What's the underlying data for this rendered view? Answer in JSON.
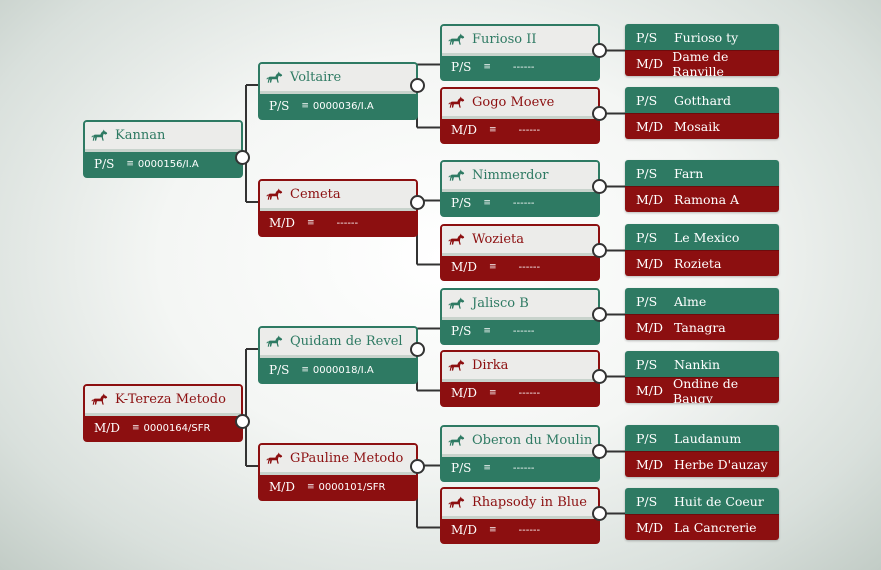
{
  "labels": {
    "sire": "P/S",
    "dam": "M/D",
    "dashes": "------",
    "list_glyph": "≡"
  },
  "gen1": [
    {
      "name": "Kannan",
      "sex": "s",
      "code": "0000156/I.A"
    },
    {
      "name": "K-Tereza Metodo",
      "sex": "d",
      "code": "0000164/SFR"
    }
  ],
  "gen2": [
    {
      "name": "Voltaire",
      "sex": "s",
      "code": "0000036/I.A"
    },
    {
      "name": "Cemeta",
      "sex": "d",
      "code": ""
    },
    {
      "name": "Quidam de Revel",
      "sex": "s",
      "code": "0000018/I.A"
    },
    {
      "name": "GPauline Metodo",
      "sex": "d",
      "code": "0000101/SFR"
    }
  ],
  "gen3": [
    {
      "name": "Furioso II",
      "sex": "s"
    },
    {
      "name": "Gogo Moeve",
      "sex": "d"
    },
    {
      "name": "Nimmerdor",
      "sex": "s"
    },
    {
      "name": "Wozieta",
      "sex": "d"
    },
    {
      "name": "Jalisco B",
      "sex": "s"
    },
    {
      "name": "Dirka",
      "sex": "d"
    },
    {
      "name": "Oberon du Moulin",
      "sex": "s"
    },
    {
      "name": "Rhapsody in Blue",
      "sex": "d"
    }
  ],
  "gen4": [
    {
      "sire": "Furioso ty",
      "dam": "Dame de Ranville"
    },
    {
      "sire": "Gotthard",
      "dam": "Mosaik"
    },
    {
      "sire": "Farn",
      "dam": "Ramona A"
    },
    {
      "sire": "Le Mexico",
      "dam": "Rozieta"
    },
    {
      "sire": "Alme",
      "dam": "Tanagra"
    },
    {
      "sire": "Nankin",
      "dam": "Ondine de Baugy"
    },
    {
      "sire": "Laudanum",
      "dam": "Herbe D'auzay"
    },
    {
      "sire": "Huit de Coeur",
      "dam": "La Cancrerie"
    }
  ],
  "colors": {
    "sire": "#2e7a63",
    "dam": "#8c0f10",
    "header_bg": "#ececea"
  },
  "icons": {
    "horse": "horse-icon",
    "list": "list-icon",
    "expand": "expand-knob"
  }
}
